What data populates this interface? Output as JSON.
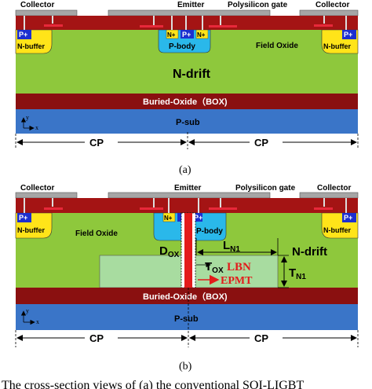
{
  "figures": [
    {
      "caption": "(a)",
      "labels": {
        "collector_left": "Collector",
        "emitter": "Emitter",
        "polysilicon_gate": "Polysilicon gate",
        "collector_right": "Collector",
        "p_plus_left": "P+",
        "n_buffer_left": "N-buffer",
        "n_plus": "N+",
        "p_plus_mid": "P+",
        "n_plus_right": "N+",
        "p_body": "P-body",
        "field_oxide": "Field Oxide",
        "p_plus_right": "P+",
        "n_buffer_right": "N-buffer",
        "n_drift": "N-drift",
        "box": "Buried-Oxide（BOX)",
        "p_sub": "P-sub",
        "axis_y": "y",
        "axis_x": "x",
        "cp_left": "CP",
        "cp_right": "CP"
      }
    },
    {
      "caption": "(b)",
      "labels": {
        "collector_left": "Collector",
        "emitter": "Emitter",
        "polysilicon_gate": "Polysilicon gate",
        "collector_right": "Collector",
        "p_plus_left": "P+",
        "n_buffer_left": "N-buffer",
        "n_plus": "N+",
        "p_plus_mid": "P+",
        "p_body": "P-body",
        "field_oxide": "Field Oxide",
        "p_plus_right": "P+",
        "n_buffer_right": "N-buffer",
        "n_drift": "N-drift",
        "d_ox": "D",
        "d_ox_sub": "OX",
        "t_ox": "T",
        "t_ox_sub": "OX",
        "l_n1": "L",
        "l_n1_sub": "N1",
        "t_n1": "T",
        "t_n1_sub": "N1",
        "lbn": "LBN",
        "epmt": "EPMT",
        "box": "Buried-Oxide（BOX)",
        "p_sub": "P-sub",
        "axis_y": "y",
        "axis_x": "x",
        "cp_left": "CP",
        "cp_right": "CP"
      }
    }
  ],
  "footer_text": "The cross-section views of (a) the conventional SOI-LIGBT"
}
